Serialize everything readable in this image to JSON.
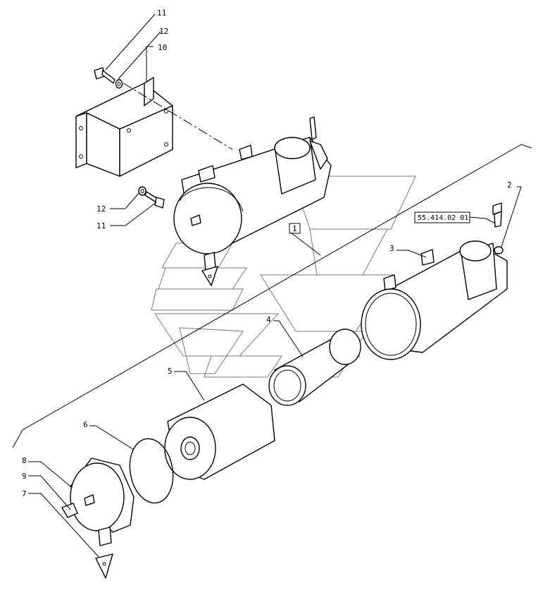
{
  "callouts": {
    "c1": "1",
    "c2": "2",
    "c3": "3",
    "c4": "4",
    "c5": "5",
    "c6": "6",
    "c7": "7",
    "c8": "8",
    "c9": "9",
    "c10": "10",
    "c11a": "11",
    "c11b": "11",
    "c12a": "12",
    "c12b": "12"
  },
  "reference": {
    "code": "55.414.02 01"
  }
}
